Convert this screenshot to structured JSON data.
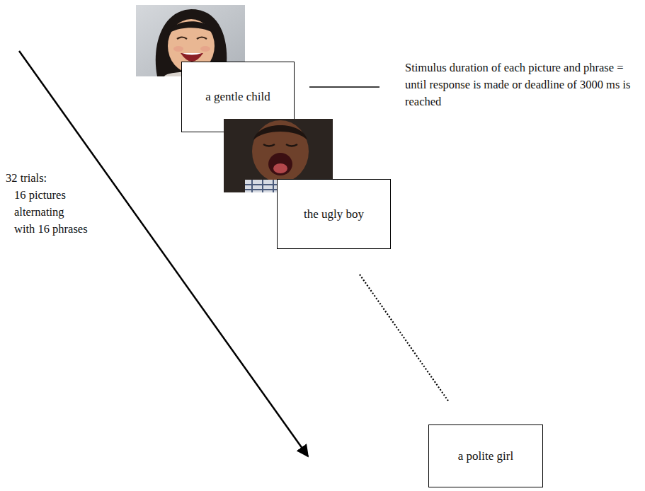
{
  "diagram": {
    "nodes": [
      {
        "text": [
          "a gentle child"
        ]
      },
      {
        "text": [
          "the ugly boy"
        ]
      },
      {
        "text": [
          "a polite girl"
        ]
      }
    ],
    "labels": [
      "Stimulus duration of each picture and phrase = until response is made or deadline of 3000 ms is reached",
      "32 trials:",
      "16 pictures",
      "alternating",
      "with 16 phrases"
    ]
  }
}
